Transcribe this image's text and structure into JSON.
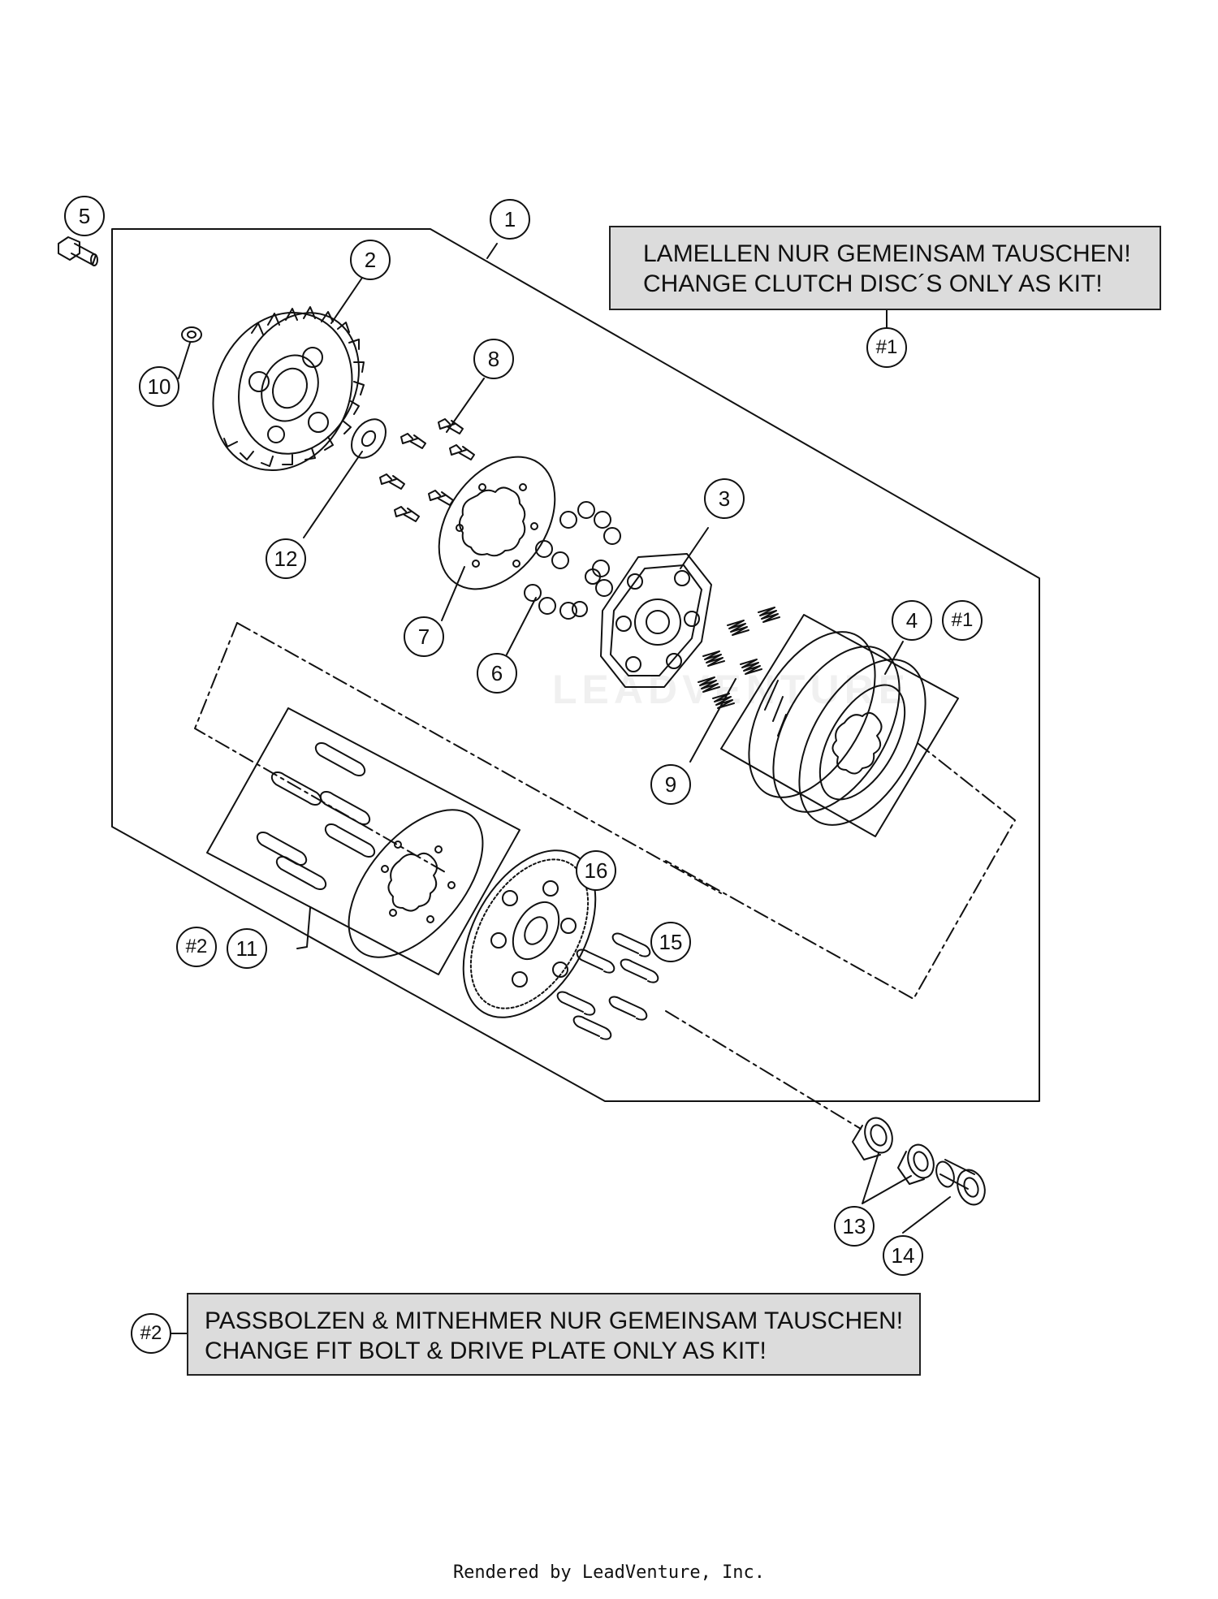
{
  "notes": {
    "kit1": {
      "line1": "LAMELLEN NUR GEMEINSAM TAUSCHEN!",
      "line2": "CHANGE CLUTCH DISC´S ONLY AS KIT!",
      "tag": "#1"
    },
    "kit2": {
      "line1": "PASSBOLZEN & MITNEHMER NUR GEMEINSAM TAUSCHEN!",
      "line2": "CHANGE FIT BOLT & DRIVE PLATE ONLY AS KIT!",
      "tag": "#2"
    }
  },
  "callouts": {
    "c1": "1",
    "c2": "2",
    "c3": "3",
    "c4": "4",
    "c5": "5",
    "c6": "6",
    "c7": "7",
    "c8": "8",
    "c9": "9",
    "c10": "10",
    "c11": "11",
    "c12": "12",
    "c13": "13",
    "c14": "14",
    "c15": "15",
    "c16": "16",
    "c4_kit": "#1",
    "c11_kit": "#2"
  },
  "watermark": "LEADVENTURE",
  "footer": "Rendered by LeadVenture, Inc."
}
